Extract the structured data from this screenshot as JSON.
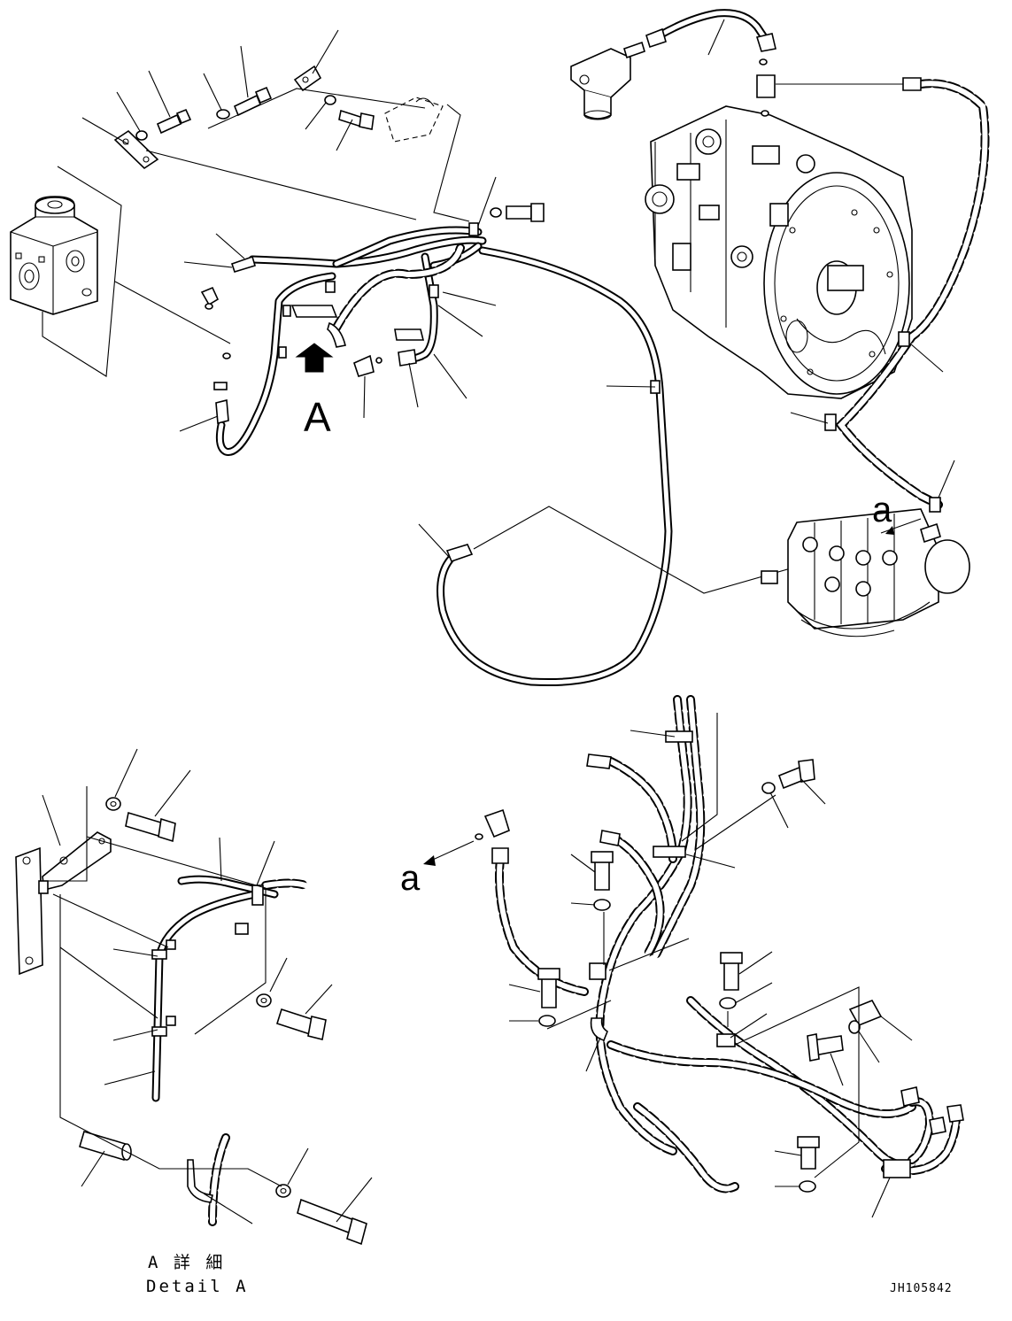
{
  "labels": {
    "view_a": "A",
    "arrow_a_top": "a",
    "arrow_a_bottom": "a",
    "detail_jp": "A 詳 細",
    "detail_en": "Detail A",
    "drawing_code": "JH105842"
  },
  "colors": {
    "ink": "#000000",
    "paper": "#ffffff"
  }
}
